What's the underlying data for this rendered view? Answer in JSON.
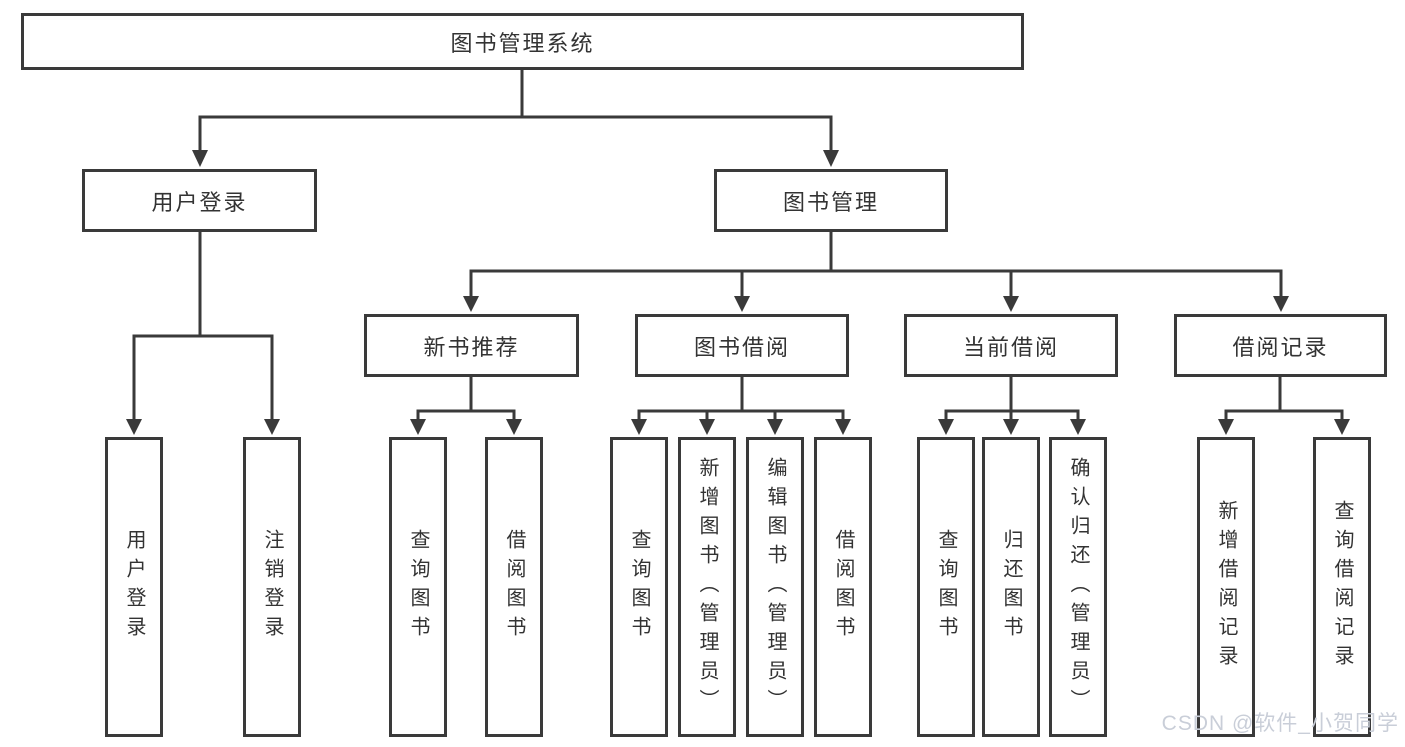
{
  "diagram": {
    "title": "图书管理系统",
    "root": {
      "label": "图书管理系统"
    },
    "level2": [
      {
        "label": "用户登录"
      },
      {
        "label": "图书管理"
      }
    ],
    "level3": [
      {
        "label": "新书推荐"
      },
      {
        "label": "图书借阅"
      },
      {
        "label": "当前借阅"
      },
      {
        "label": "借阅记录"
      }
    ],
    "leaves": [
      {
        "label": "用户登录"
      },
      {
        "label": "注销登录"
      },
      {
        "label": "查询图书"
      },
      {
        "label": "借阅图书"
      },
      {
        "label": "查询图书"
      },
      {
        "label": "新增图书（管理员）"
      },
      {
        "label": "编辑图书（管理员）"
      },
      {
        "label": "借阅图书"
      },
      {
        "label": "查询图书"
      },
      {
        "label": "归还图书"
      },
      {
        "label": "确认归还（管理员）"
      },
      {
        "label": "新增借阅记录"
      },
      {
        "label": "查询借阅记录"
      }
    ],
    "colors": {
      "line": "#3a3a3a",
      "text": "#333333",
      "watermark": "#c9ced8",
      "background": "#ffffff"
    }
  },
  "watermark": {
    "text": "CSDN @软件_小贺同学"
  }
}
